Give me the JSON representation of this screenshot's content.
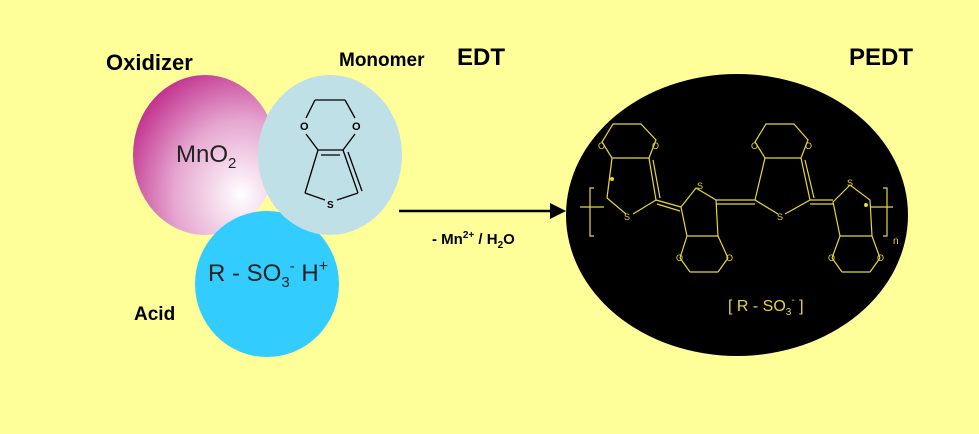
{
  "labels": {
    "oxidizer": "Oxidizer",
    "monomer": "Monomer",
    "edt": "EDT",
    "pedt": "PEDT",
    "acid": "Acid"
  },
  "oxidizer": {
    "formula_main": "MnO",
    "formula_sub": "2"
  },
  "acid": {
    "formula_main": "R - SO",
    "formula_sub": "3",
    "formula_sup": "-",
    "formula_tail": " H",
    "formula_tail_sup": "+"
  },
  "reaction": {
    "text_main": "- Mn",
    "text_sup": "2+",
    "text_mid": " / H",
    "text_sub": "2",
    "text_tail": "O"
  },
  "pedt": {
    "counterion_open": "[ R - SO",
    "counterion_sub": "3",
    "counterion_sup": "-",
    "counterion_close": " ]",
    "repeat_subscript": "n",
    "atom_O": "O",
    "atom_S": "S"
  },
  "monomer": {
    "atom_O": "O",
    "atom_S": "S"
  },
  "colors": {
    "background": "#FFFF99",
    "oxidizer_fill": "#CC3399",
    "monomer_fill": "#BFE0E6",
    "acid_fill": "#33CCFF",
    "polymer_bg": "#000000",
    "polymer_lines": "#E8D63A"
  }
}
